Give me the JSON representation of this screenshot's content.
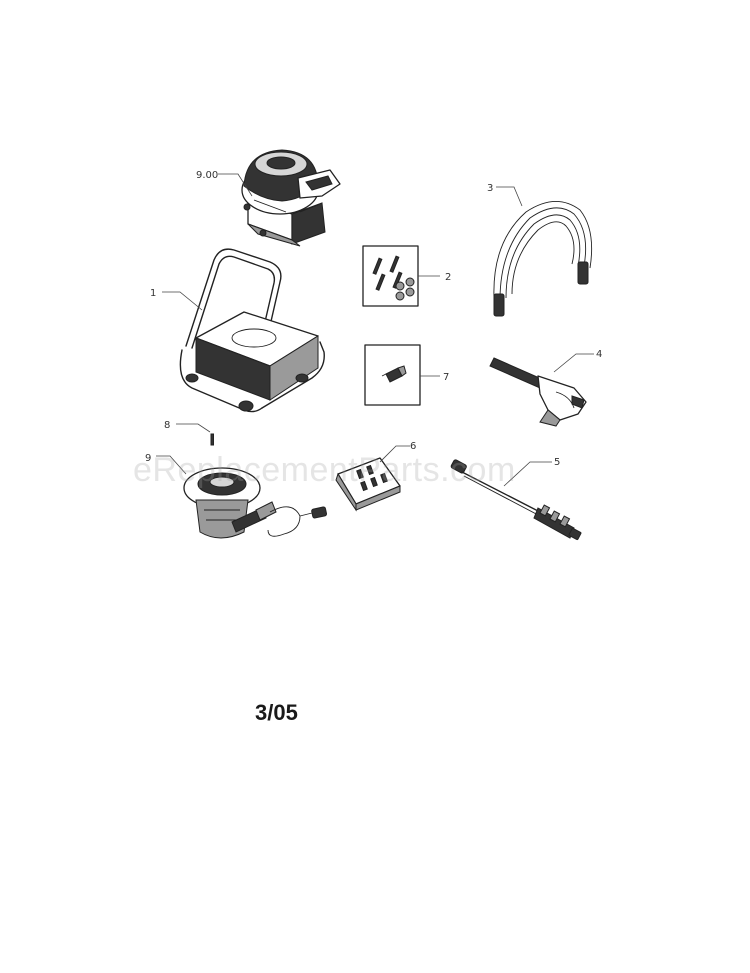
{
  "callouts": {
    "engine": "9.00",
    "frame": "1",
    "bolt_kit": "2",
    "hose": "3",
    "spray_gun": "4",
    "lance": "5",
    "nozzle_kit": "6",
    "nozzle": "7",
    "part8": "8",
    "pump": "9"
  },
  "watermark": "eReplacementParts.com",
  "date_code": "3/05",
  "colors": {
    "line": "#222222",
    "background": "#ffffff",
    "watermark": "#a0a0a0"
  }
}
